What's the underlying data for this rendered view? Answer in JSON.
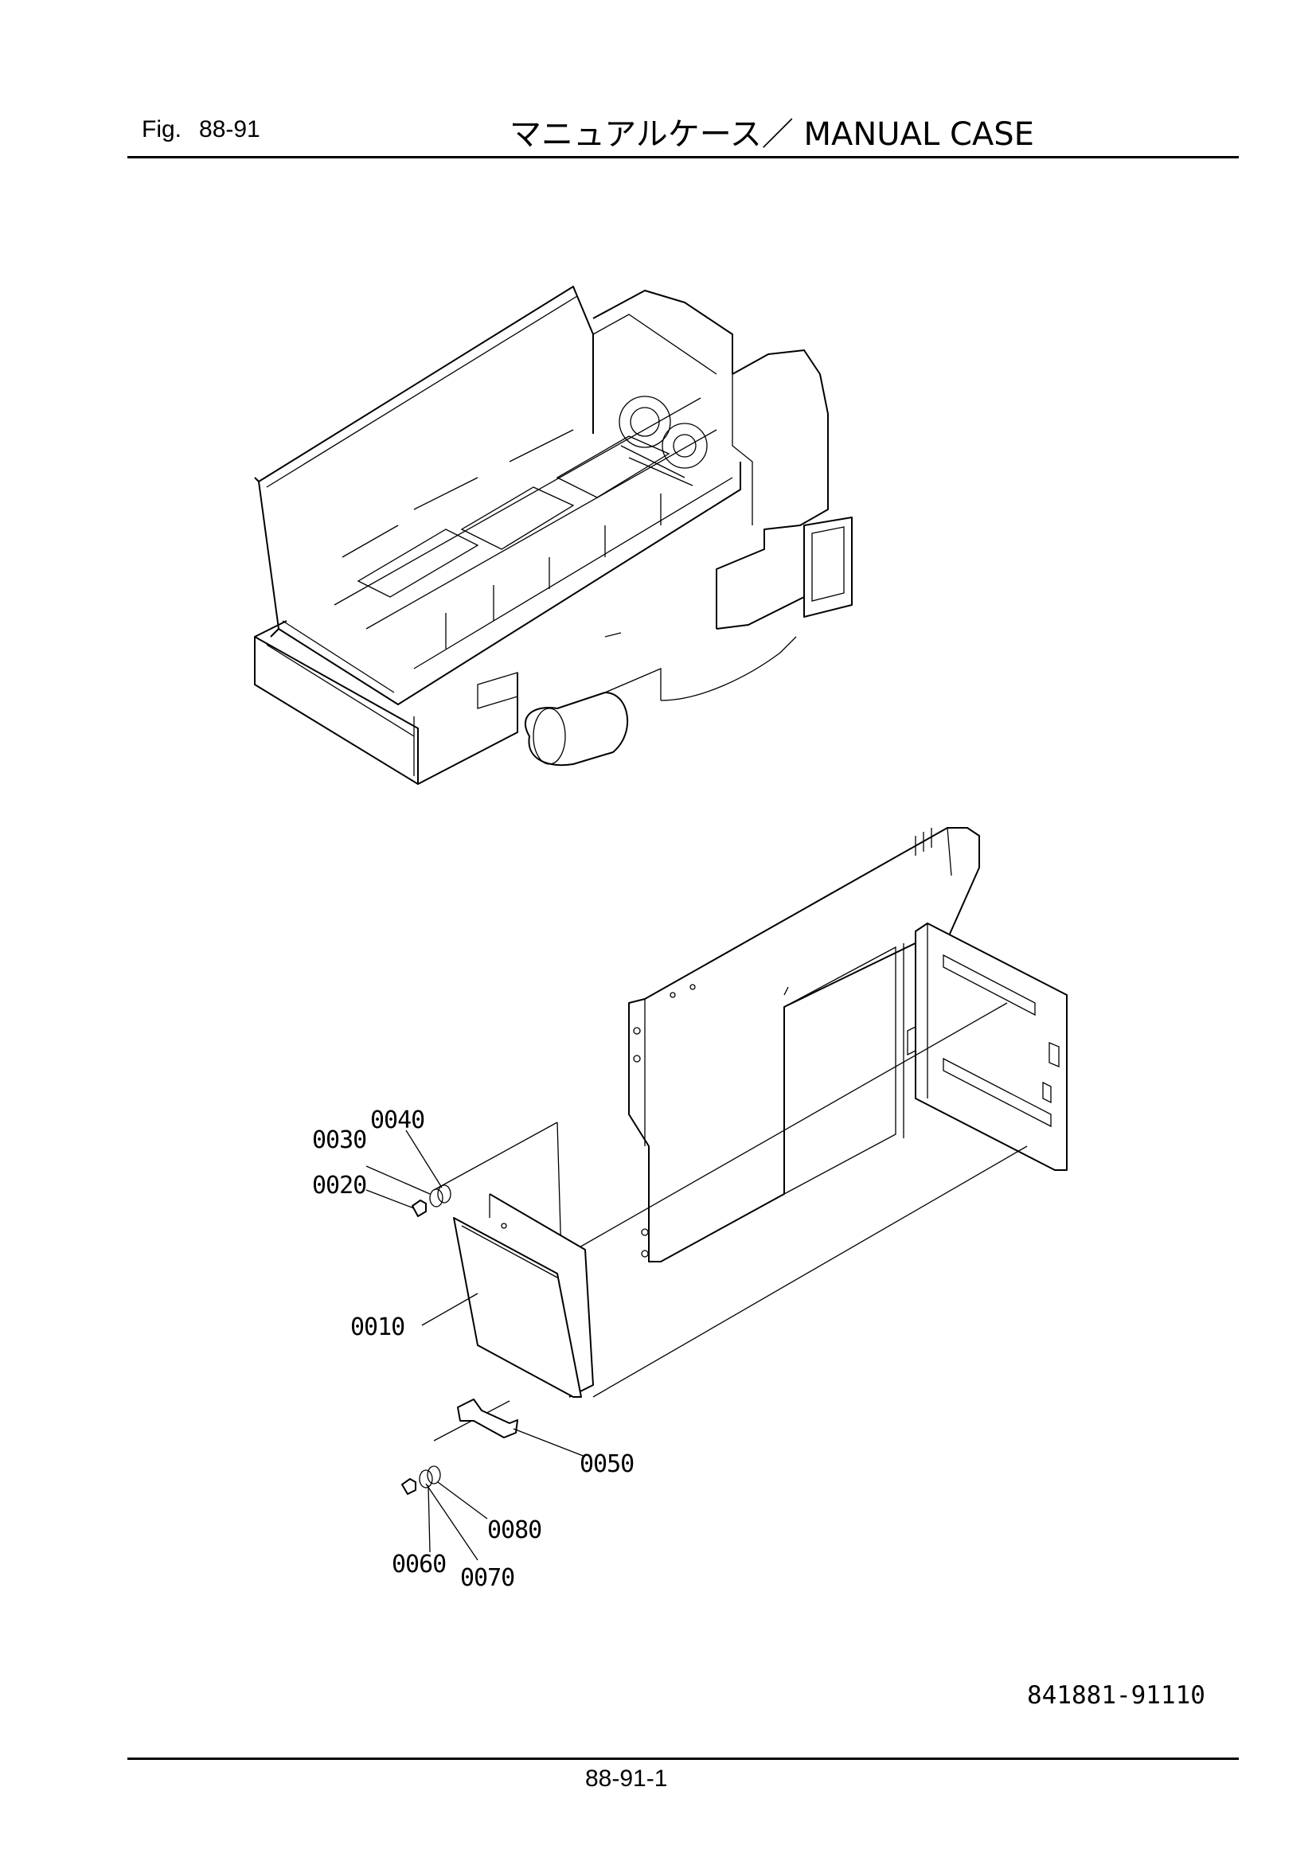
{
  "header": {
    "fig_label": "Fig.",
    "fig_number": "88-91",
    "title": "マニュアルケース／ MANUAL CASE"
  },
  "callouts": {
    "p0010": "0010",
    "p0020": "0020",
    "p0030": "0030",
    "p0040": "0040",
    "p0050": "0050",
    "p0060": "0060",
    "p0070": "0070",
    "p0080": "0080"
  },
  "drawing_number": "841881-91110",
  "page_number": "88-91-1"
}
